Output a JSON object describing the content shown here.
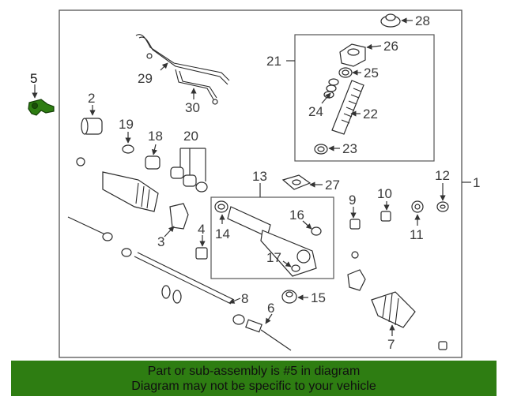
{
  "callouts": {
    "c1": "1",
    "c2": "2",
    "c3": "3",
    "c4": "4",
    "c5": "5",
    "c6": "6",
    "c7": "7",
    "c8": "8",
    "c9": "9",
    "c10": "10",
    "c11": "11",
    "c12": "12",
    "c13": "13",
    "c14": "14",
    "c15": "15",
    "c16": "16",
    "c17": "17",
    "c18": "18",
    "c19": "19",
    "c20": "20",
    "c21": "21",
    "c22": "22",
    "c23": "23",
    "c24": "24",
    "c25": "25",
    "c26": "26",
    "c27": "27",
    "c28": "28",
    "c29": "29",
    "c30": "30"
  },
  "highlight": {
    "part_number": "5",
    "color": "#2e7d12"
  },
  "banner": {
    "line1": "Part or sub-assembly is #5 in diagram",
    "line2": "Diagram may not be specific to your vehicle",
    "background": "#2e7d12"
  }
}
